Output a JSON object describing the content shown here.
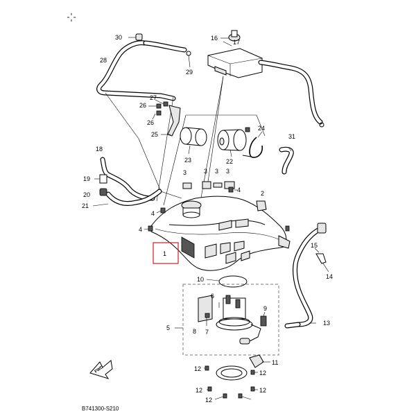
{
  "diagram": {
    "code": "B741300-S210",
    "fwd_label": "FWD",
    "part_labels": [
      {
        "key": "p30",
        "text": "30"
      },
      {
        "key": "p16",
        "text": "16"
      },
      {
        "key": "p17",
        "text": "17"
      },
      {
        "key": "p28",
        "text": "28"
      },
      {
        "key": "p29",
        "text": "29"
      },
      {
        "key": "p27",
        "text": "27"
      },
      {
        "key": "p26a",
        "text": "26"
      },
      {
        "key": "p26b",
        "text": "26"
      },
      {
        "key": "p25",
        "text": "25"
      },
      {
        "key": "p24",
        "text": "24"
      },
      {
        "key": "p31",
        "text": "31"
      },
      {
        "key": "p18",
        "text": "18"
      },
      {
        "key": "p23",
        "text": "23"
      },
      {
        "key": "p22",
        "text": "22"
      },
      {
        "key": "p3a",
        "text": "3"
      },
      {
        "key": "p3b",
        "text": "3"
      },
      {
        "key": "p3c",
        "text": "3"
      },
      {
        "key": "p3d",
        "text": "3"
      },
      {
        "key": "p19",
        "text": "19"
      },
      {
        "key": "p20",
        "text": "20"
      },
      {
        "key": "p4a",
        "text": "4"
      },
      {
        "key": "p2",
        "text": "2"
      },
      {
        "key": "p21",
        "text": "21"
      },
      {
        "key": "p4b",
        "text": "4"
      },
      {
        "key": "p4c",
        "text": "4"
      },
      {
        "key": "p15",
        "text": "15"
      },
      {
        "key": "p1",
        "text": "1"
      },
      {
        "key": "p14",
        "text": "14"
      },
      {
        "key": "p10",
        "text": "10"
      },
      {
        "key": "p6",
        "text": "6"
      },
      {
        "key": "p9",
        "text": "9"
      },
      {
        "key": "p13",
        "text": "13"
      },
      {
        "key": "p5",
        "text": "5"
      },
      {
        "key": "p8",
        "text": "8"
      },
      {
        "key": "p7",
        "text": "7"
      },
      {
        "key": "p11",
        "text": "11"
      },
      {
        "key": "p12a",
        "text": "12"
      },
      {
        "key": "p12b",
        "text": "12"
      },
      {
        "key": "p12c",
        "text": "12"
      },
      {
        "key": "p12d",
        "text": "12"
      },
      {
        "key": "p12e",
        "text": "12"
      }
    ]
  }
}
